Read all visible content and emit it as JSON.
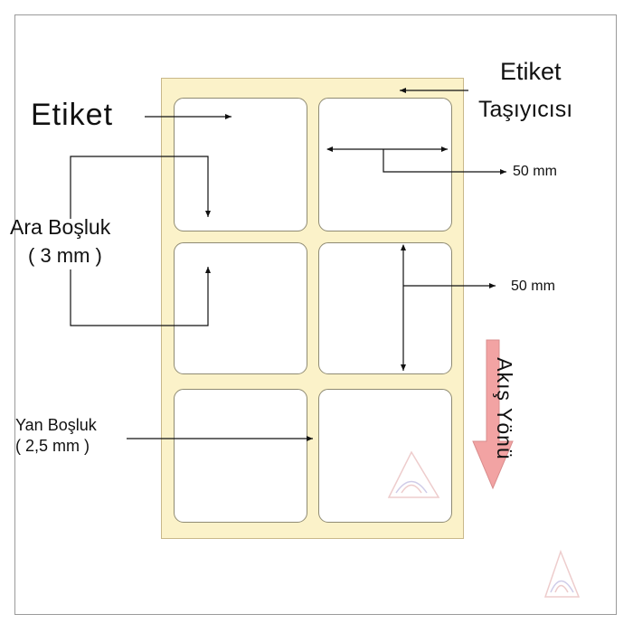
{
  "labels": {
    "etiket": "Etiket",
    "carrier_line1": "Etiket",
    "carrier_line2": "Taşıyıcısı",
    "gap_line1": "Ara Boşluk",
    "gap_line2": "( 3 mm )",
    "width_value": "50 mm",
    "height_value": "50 mm",
    "side_gap_line1": "Yan Boşluk",
    "side_gap_line2": "( 2,5 mm )",
    "flow_direction": "Akış Yönü"
  },
  "colors": {
    "carrier_fill": "#fbf2c9",
    "label_fill": "#ffffff",
    "flow_arrow": "#f2a3a3",
    "lines": "#111111"
  },
  "icons": [
    "watermark-logo-icon",
    "watermark-logo-icon-small"
  ]
}
